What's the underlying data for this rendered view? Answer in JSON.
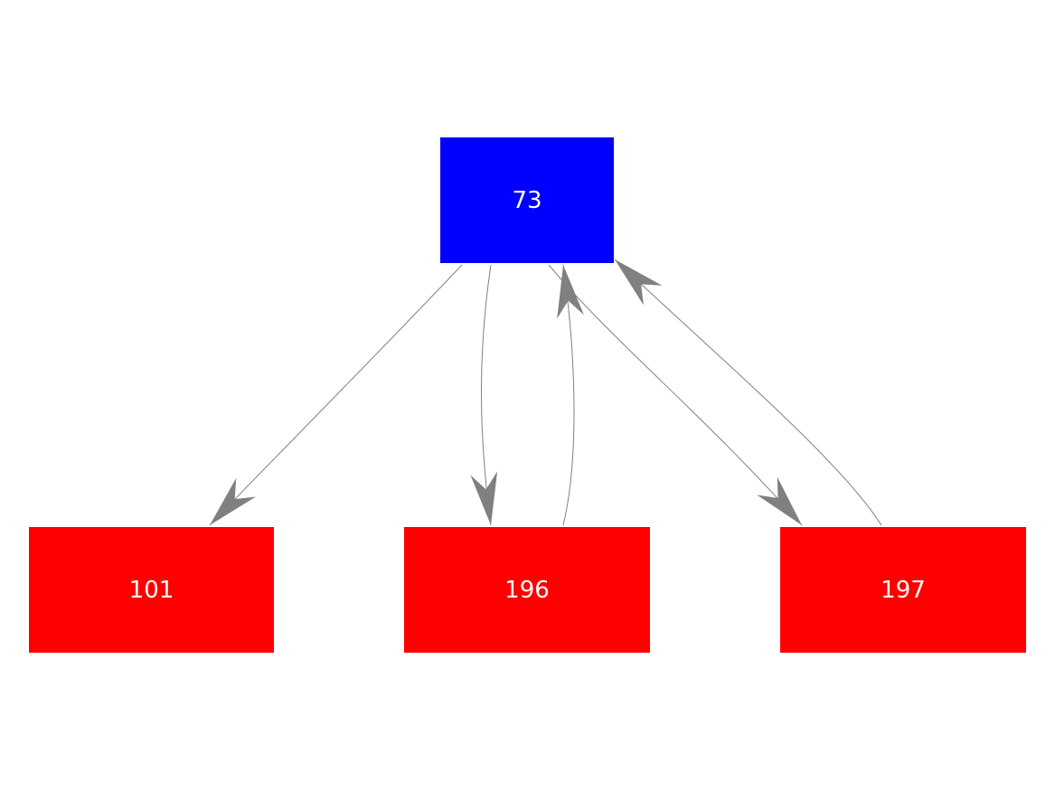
{
  "nodes": [
    {
      "id": "73",
      "label": "73",
      "color": "#0000ff"
    },
    {
      "id": "101",
      "label": "101",
      "color": "#ff0000"
    },
    {
      "id": "196",
      "label": "196",
      "color": "#ff0000"
    },
    {
      "id": "197",
      "label": "197",
      "color": "#ff0000"
    }
  ],
  "edges": [
    {
      "source": "73",
      "target": "101"
    },
    {
      "source": "73",
      "target": "196"
    },
    {
      "source": "196",
      "target": "73"
    },
    {
      "source": "73",
      "target": "197"
    },
    {
      "source": "197",
      "target": "73"
    }
  ],
  "edge_color": "#808080"
}
